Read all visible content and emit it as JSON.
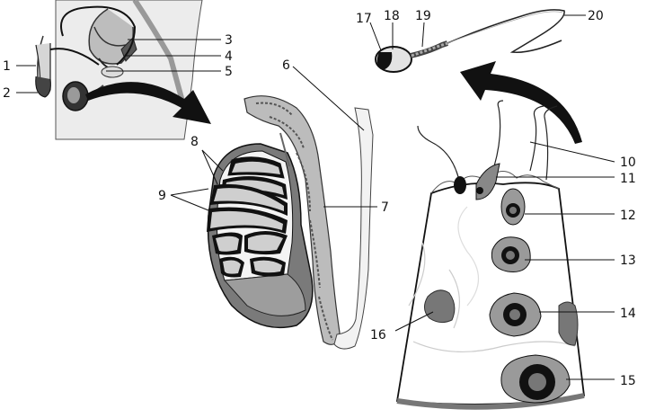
{
  "labels": [
    "1",
    "2",
    "3",
    "4",
    "5",
    "6",
    "7",
    "8",
    "9",
    "10",
    "11",
    "12",
    "13",
    "14",
    "15",
    "16",
    "17",
    "18",
    "19",
    "20"
  ],
  "colors": {
    "ink": "#111111",
    "tissue": "#c8c8c8",
    "tubule": "#d9d9d9",
    "cell": "#999999",
    "dark": "#222222",
    "panel": "#e6e6e6"
  }
}
